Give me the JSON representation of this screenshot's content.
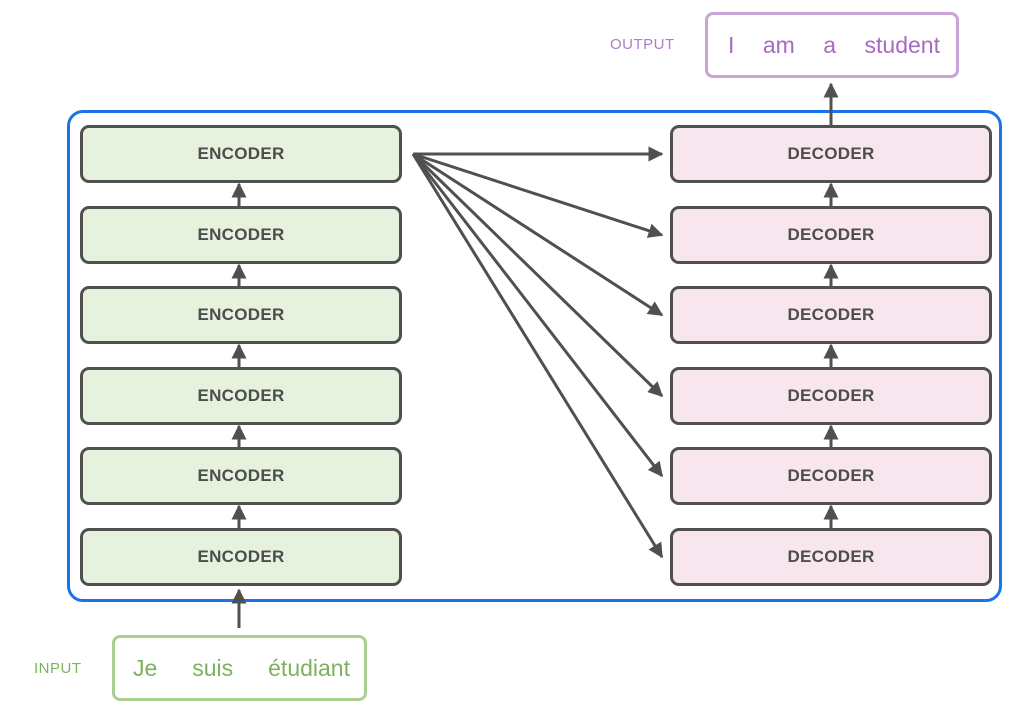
{
  "input": {
    "label": "INPUT",
    "words": [
      "Je",
      "suis",
      "étudiant"
    ]
  },
  "output": {
    "label": "OUTPUT",
    "words": [
      "I",
      "am",
      "a",
      "student"
    ]
  },
  "encoders": [
    "ENCODER",
    "ENCODER",
    "ENCODER",
    "ENCODER",
    "ENCODER",
    "ENCODER"
  ],
  "decoders": [
    "DECODER",
    "DECODER",
    "DECODER",
    "DECODER",
    "DECODER",
    "DECODER"
  ],
  "colors": {
    "frame": "#1a73e8",
    "encoder_fill": "#e6f1de",
    "decoder_fill": "#f8e6ee",
    "block_border": "#505050",
    "arrow": "#505050",
    "input_text": "#7cb25e",
    "output_text": "#a66bbf"
  }
}
